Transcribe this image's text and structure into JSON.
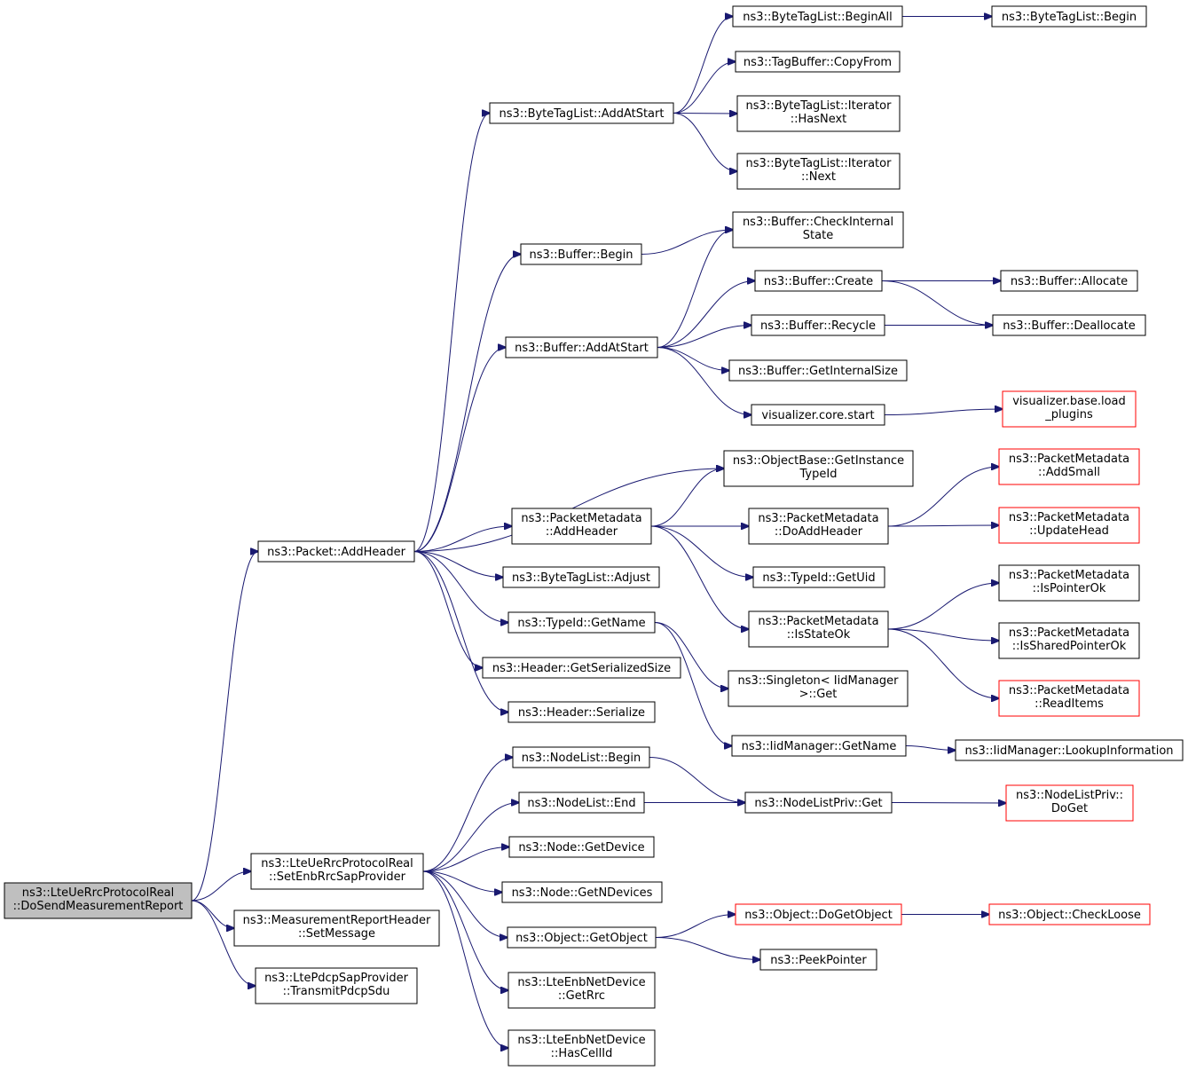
{
  "diagram": {
    "nodes": [
      {
        "id": "root",
        "lines": [
          "ns3::LteUeRrcProtocolReal",
          "::DoSendMeasurementReport"
        ],
        "style": "root"
      },
      {
        "id": "addheader",
        "lines": [
          "ns3::Packet::AddHeader"
        ],
        "style": "black"
      },
      {
        "id": "setenb",
        "lines": [
          "ns3::LteUeRrcProtocolReal",
          "::SetEnbRrcSapProvider"
        ],
        "style": "black"
      },
      {
        "id": "setmsg",
        "lines": [
          "ns3::MeasurementReportHeader",
          "::SetMessage"
        ],
        "style": "black"
      },
      {
        "id": "transmit",
        "lines": [
          "ns3::LtePdcpSapProvider",
          "::TransmitPdcpSdu"
        ],
        "style": "black"
      },
      {
        "id": "btl_addatstart",
        "lines": [
          "ns3::ByteTagList::AddAtStart"
        ],
        "style": "black"
      },
      {
        "id": "buf_begin",
        "lines": [
          "ns3::Buffer::Begin"
        ],
        "style": "black"
      },
      {
        "id": "buf_addatstart",
        "lines": [
          "ns3::Buffer::AddAtStart"
        ],
        "style": "black"
      },
      {
        "id": "pm_addheader",
        "lines": [
          "ns3::PacketMetadata",
          "::AddHeader"
        ],
        "style": "black"
      },
      {
        "id": "btl_adjust",
        "lines": [
          "ns3::ByteTagList::Adjust"
        ],
        "style": "black"
      },
      {
        "id": "typeid_getname",
        "lines": [
          "ns3::TypeId::GetName"
        ],
        "style": "black"
      },
      {
        "id": "hdr_size",
        "lines": [
          "ns3::Header::GetSerializedSize"
        ],
        "style": "black"
      },
      {
        "id": "hdr_serialize",
        "lines": [
          "ns3::Header::Serialize"
        ],
        "style": "black"
      },
      {
        "id": "nl_begin",
        "lines": [
          "ns3::NodeList::Begin"
        ],
        "style": "black"
      },
      {
        "id": "nl_end",
        "lines": [
          "ns3::NodeList::End"
        ],
        "style": "black"
      },
      {
        "id": "node_getdevice",
        "lines": [
          "ns3::Node::GetDevice"
        ],
        "style": "black"
      },
      {
        "id": "node_getndevices",
        "lines": [
          "ns3::Node::GetNDevices"
        ],
        "style": "black"
      },
      {
        "id": "obj_getobject",
        "lines": [
          "ns3::Object::GetObject"
        ],
        "style": "black"
      },
      {
        "id": "enb_getrrc",
        "lines": [
          "ns3::LteEnbNetDevice",
          "::GetRrc"
        ],
        "style": "black"
      },
      {
        "id": "enb_hascellid",
        "lines": [
          "ns3::LteEnbNetDevice",
          "::HasCellId"
        ],
        "style": "black"
      },
      {
        "id": "btl_beginall",
        "lines": [
          "ns3::ByteTagList::BeginAll"
        ],
        "style": "black"
      },
      {
        "id": "tb_copyfrom",
        "lines": [
          "ns3::TagBuffer::CopyFrom"
        ],
        "style": "black"
      },
      {
        "id": "btl_it_hasnext",
        "lines": [
          "ns3::ByteTagList::Iterator",
          "::HasNext"
        ],
        "style": "black"
      },
      {
        "id": "btl_it_next",
        "lines": [
          "ns3::ByteTagList::Iterator",
          "::Next"
        ],
        "style": "black"
      },
      {
        "id": "buf_checkinternal",
        "lines": [
          "ns3::Buffer::CheckInternal",
          "State"
        ],
        "style": "black"
      },
      {
        "id": "buf_create",
        "lines": [
          "ns3::Buffer::Create"
        ],
        "style": "black"
      },
      {
        "id": "buf_recycle",
        "lines": [
          "ns3::Buffer::Recycle"
        ],
        "style": "black"
      },
      {
        "id": "buf_getinternalsize",
        "lines": [
          "ns3::Buffer::GetInternalSize"
        ],
        "style": "black"
      },
      {
        "id": "vis_core_start",
        "lines": [
          "visualizer.core.start"
        ],
        "style": "black"
      },
      {
        "id": "ob_getinstancetypeid",
        "lines": [
          "ns3::ObjectBase::GetInstance",
          "TypeId"
        ],
        "style": "black"
      },
      {
        "id": "pm_doaddheader",
        "lines": [
          "ns3::PacketMetadata",
          "::DoAddHeader"
        ],
        "style": "black"
      },
      {
        "id": "typeid_getuid",
        "lines": [
          "ns3::TypeId::GetUid"
        ],
        "style": "black"
      },
      {
        "id": "pm_isstateok",
        "lines": [
          "ns3::PacketMetadata",
          "::IsStateOk"
        ],
        "style": "black"
      },
      {
        "id": "singleton_get",
        "lines": [
          "ns3::Singleton< IidManager",
          ">::Get"
        ],
        "style": "black"
      },
      {
        "id": "iid_getname",
        "lines": [
          "ns3::IidManager::GetName"
        ],
        "style": "black"
      },
      {
        "id": "nlp_get",
        "lines": [
          "ns3::NodeListPriv::Get"
        ],
        "style": "black"
      },
      {
        "id": "obj_dogetobject",
        "lines": [
          "ns3::Object::DoGetObject"
        ],
        "style": "red"
      },
      {
        "id": "peekpointer",
        "lines": [
          "ns3::PeekPointer"
        ],
        "style": "black"
      },
      {
        "id": "btl_begin",
        "lines": [
          "ns3::ByteTagList::Begin"
        ],
        "style": "black"
      },
      {
        "id": "buf_allocate",
        "lines": [
          "ns3::Buffer::Allocate"
        ],
        "style": "black"
      },
      {
        "id": "buf_deallocate",
        "lines": [
          "ns3::Buffer::Deallocate"
        ],
        "style": "black"
      },
      {
        "id": "vis_load_plugins",
        "lines": [
          "visualizer.base.load",
          "_plugins"
        ],
        "style": "red"
      },
      {
        "id": "pm_addsmall",
        "lines": [
          "ns3::PacketMetadata",
          "::AddSmall"
        ],
        "style": "red"
      },
      {
        "id": "pm_updatehead",
        "lines": [
          "ns3::PacketMetadata",
          "::UpdateHead"
        ],
        "style": "red"
      },
      {
        "id": "pm_ispointerok",
        "lines": [
          "ns3::PacketMetadata",
          "::IsPointerOk"
        ],
        "style": "black"
      },
      {
        "id": "pm_issharedpointerok",
        "lines": [
          "ns3::PacketMetadata",
          "::IsSharedPointerOk"
        ],
        "style": "black"
      },
      {
        "id": "pm_readitems",
        "lines": [
          "ns3::PacketMetadata",
          "::ReadItems"
        ],
        "style": "red"
      },
      {
        "id": "iid_lookupinfo",
        "lines": [
          "ns3::IidManager::LookupInformation"
        ],
        "style": "black"
      },
      {
        "id": "nlp_doget",
        "lines": [
          "ns3::NodeListPriv::",
          "DoGet"
        ],
        "style": "red"
      },
      {
        "id": "obj_checkloose",
        "lines": [
          "ns3::Object::CheckLoose"
        ],
        "style": "red"
      }
    ],
    "edges": [
      [
        "root",
        "addheader"
      ],
      [
        "root",
        "setenb"
      ],
      [
        "root",
        "setmsg"
      ],
      [
        "root",
        "transmit"
      ],
      [
        "addheader",
        "btl_addatstart"
      ],
      [
        "addheader",
        "buf_begin"
      ],
      [
        "addheader",
        "buf_addatstart"
      ],
      [
        "addheader",
        "ob_getinstancetypeid"
      ],
      [
        "addheader",
        "pm_addheader"
      ],
      [
        "addheader",
        "btl_adjust"
      ],
      [
        "addheader",
        "typeid_getname"
      ],
      [
        "addheader",
        "hdr_size"
      ],
      [
        "addheader",
        "hdr_serialize"
      ],
      [
        "btl_addatstart",
        "btl_beginall"
      ],
      [
        "btl_addatstart",
        "tb_copyfrom"
      ],
      [
        "btl_addatstart",
        "btl_it_hasnext"
      ],
      [
        "btl_addatstart",
        "btl_it_next"
      ],
      [
        "btl_beginall",
        "btl_begin"
      ],
      [
        "buf_begin",
        "buf_checkinternal"
      ],
      [
        "buf_addatstart",
        "buf_checkinternal"
      ],
      [
        "buf_addatstart",
        "buf_create"
      ],
      [
        "buf_addatstart",
        "buf_recycle"
      ],
      [
        "buf_addatstart",
        "buf_getinternalsize"
      ],
      [
        "buf_addatstart",
        "vis_core_start"
      ],
      [
        "buf_create",
        "buf_allocate"
      ],
      [
        "buf_create",
        "buf_deallocate"
      ],
      [
        "buf_recycle",
        "buf_deallocate"
      ],
      [
        "vis_core_start",
        "vis_load_plugins"
      ],
      [
        "pm_addheader",
        "ob_getinstancetypeid"
      ],
      [
        "pm_addheader",
        "pm_doaddheader"
      ],
      [
        "pm_addheader",
        "typeid_getuid"
      ],
      [
        "pm_addheader",
        "pm_isstateok"
      ],
      [
        "pm_doaddheader",
        "pm_addsmall"
      ],
      [
        "pm_doaddheader",
        "pm_updatehead"
      ],
      [
        "pm_isstateok",
        "pm_ispointerok"
      ],
      [
        "pm_isstateok",
        "pm_issharedpointerok"
      ],
      [
        "pm_isstateok",
        "pm_readitems"
      ],
      [
        "typeid_getname",
        "singleton_get"
      ],
      [
        "typeid_getname",
        "iid_getname"
      ],
      [
        "iid_getname",
        "iid_lookupinfo"
      ],
      [
        "setenb",
        "nl_begin"
      ],
      [
        "setenb",
        "nl_end"
      ],
      [
        "setenb",
        "node_getdevice"
      ],
      [
        "setenb",
        "node_getndevices"
      ],
      [
        "setenb",
        "obj_getobject"
      ],
      [
        "setenb",
        "enb_getrrc"
      ],
      [
        "setenb",
        "enb_hascellid"
      ],
      [
        "nl_begin",
        "nlp_get"
      ],
      [
        "nl_end",
        "nlp_get"
      ],
      [
        "nlp_get",
        "nlp_doget"
      ],
      [
        "obj_getobject",
        "obj_dogetobject"
      ],
      [
        "obj_getobject",
        "peekpointer"
      ],
      [
        "obj_dogetobject",
        "obj_checkloose"
      ]
    ]
  }
}
